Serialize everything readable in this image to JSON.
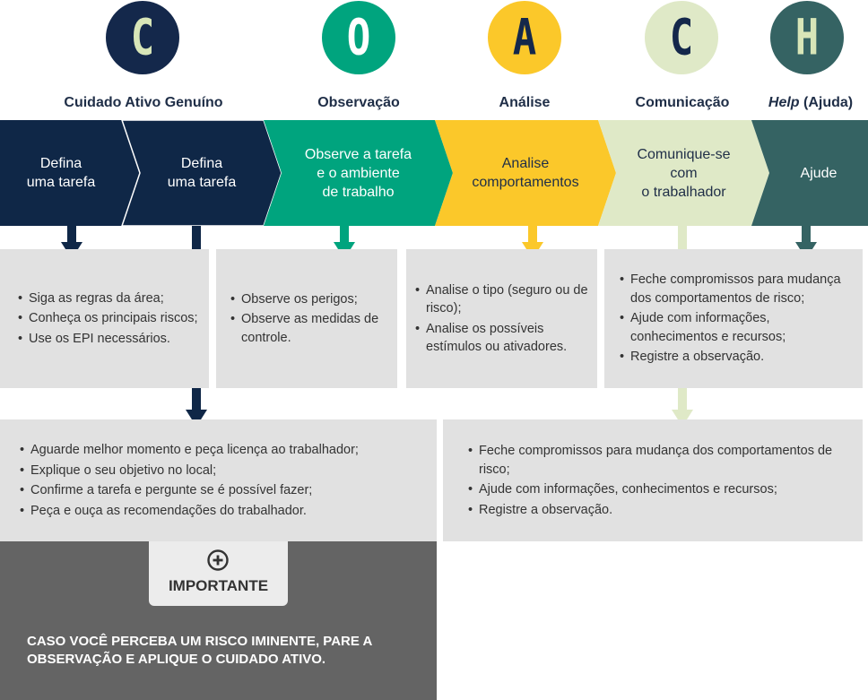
{
  "steps": [
    {
      "letter": "C",
      "title": "Cuidado Ativo Genuíno",
      "circle_bg": "#14284b",
      "letter_color": "#d8e6b8"
    },
    {
      "letter": "O",
      "title": "Observação",
      "circle_bg": "#00a47e",
      "letter_color": "#ffffff"
    },
    {
      "letter": "A",
      "title": "Análise",
      "circle_bg": "#fbc82a",
      "letter_color": "#14284b"
    },
    {
      "letter": "C",
      "title": "Comunicação",
      "circle_bg": "#dfe9c7",
      "letter_color": "#14284b"
    },
    {
      "letter": "H",
      "title_em": "Help",
      "title_rest": " (Ajuda)",
      "circle_bg": "#356363",
      "letter_color": "#d8e6b8"
    }
  ],
  "chevrons": [
    {
      "text": "Defina\numa tarefa",
      "color": "#0f2747",
      "text_color": "#ffffff"
    },
    {
      "text": "Defina\numa tarefa",
      "color": "#0f2747",
      "text_color": "#ffffff"
    },
    {
      "text": "Observe a tarefa\ne o ambiente\nde trabalho",
      "color": "#00a47e",
      "text_color": "#ffffff"
    },
    {
      "text": "Analise\ncomportamentos",
      "color": "#fbc82a",
      "text_color": "#1f2e47"
    },
    {
      "text": "Comunique-se\ncom\no trabalhador",
      "color": "#dfe9c7",
      "text_color": "#1f2e47"
    },
    {
      "text": "Ajude",
      "color": "#356363",
      "text_color": "#ffffff"
    }
  ],
  "boxes": {
    "c_rules": [
      "Siga as regras da área;",
      "Conheça os principais riscos;",
      "Use os EPI necessários."
    ],
    "o_observe": [
      "Observe os perigos;",
      "Observe as medidas de controle."
    ],
    "a_analyse": [
      "Analise o tipo (seguro ou de risco);",
      "Analise os possíveis estímulos ou ativadores."
    ],
    "h_help": [
      "Feche compromissos para mudança dos comportamentos de risco;",
      "Ajude com informações, conhecimentos e recursos;",
      "Registre a observação."
    ],
    "c_approach": [
      "Aguarde melhor momento e peça licença ao trabalhador;",
      "Explique o seu objetivo no local;",
      "Confirme a tarefa e pergunte se é possível fazer;",
      "Peça e ouça as recomendações do trabalhador."
    ],
    "c_communicate": [
      "Feche compromissos para mudança dos comportamentos de risco;",
      "Ajude com informações, conhecimentos e recursos;",
      "Registre a observação."
    ]
  },
  "important": {
    "label": "IMPORTANTE",
    "text": "CASO VOCÊ PERCEBA UM RISCO IMINENTE, PARE A OBSERVAÇÃO E APLIQUE O CUIDADO ATIVO.",
    "icon": "plus-circle-icon"
  }
}
